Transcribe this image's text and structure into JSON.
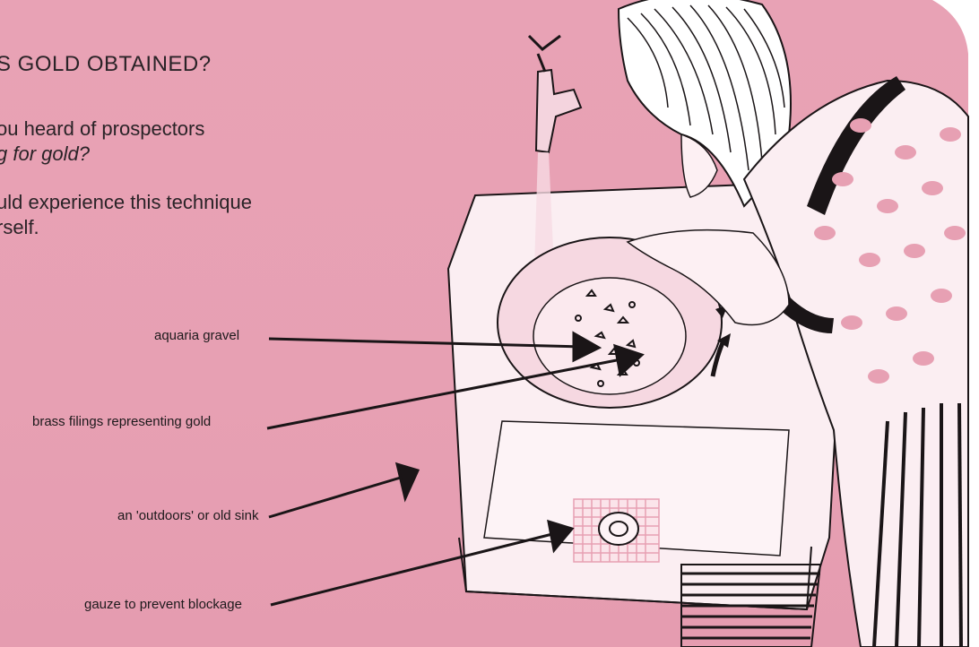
{
  "heading": "S GOLD OBTAINED?",
  "paragraph1": {
    "line1": "ou heard of prospectors",
    "line2": "g for gold?"
  },
  "paragraph2": {
    "line1": "uld experience this technique",
    "line2": "rself."
  },
  "labels": {
    "gravel": "aquaria gravel",
    "brass": "brass filings representing gold",
    "sink": "an 'outdoors' or old sink",
    "gauze": "gauze to prevent blockage"
  },
  "colors": {
    "background": "#e8a2b5",
    "ink": "#1a1517",
    "sink": "#fbeef2"
  }
}
